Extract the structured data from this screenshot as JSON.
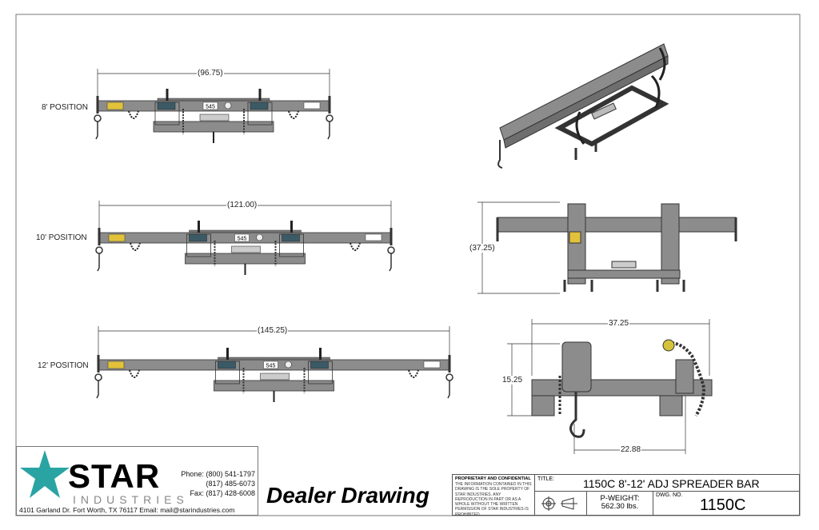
{
  "views": {
    "positions": [
      {
        "label": "8' POSITION",
        "dimension": "(96.75)"
      },
      {
        "label": "10' POSITION",
        "dimension": "(121.00)"
      },
      {
        "label": "12' POSITION",
        "dimension": "(145.25)"
      }
    ],
    "side_height_dim": "(37.25)",
    "end_width_dim": "37.25",
    "end_height_dim": "15.25",
    "end_offset_dim": "22.88",
    "beam_label": "545"
  },
  "company": {
    "name": "STAR",
    "subtitle": "INDUSTRIES",
    "phone": "Phone: (800) 541-1797",
    "phone2": "(817) 485-6073",
    "fax": "Fax: (817) 428-6008",
    "address": "4101 Garland Dr. Fort Worth, TX 76117  Email: mail@starindustries.com",
    "brand_color": "#2aa3a3"
  },
  "dealer_label": "Dealer Drawing",
  "title_block": {
    "proprietary_heading": "PROPRIETARY AND CONFIDENTIAL",
    "proprietary_text": "THE INFORMATION CONTAINED IN THIS DRAWING IS THE SOLE PROPERTY OF STAR INDUSTRIES. ANY REPRODUCTION IN PART OR AS A WHOLE WITHOUT THE WRITTEN PERMISSION OF STAR INDUSTRIES IS PROHIBITED.",
    "title_label": "TITLE:",
    "title": "1150C 8'-12' ADJ SPREADER BAR",
    "weight_label": "P-WEIGHT:",
    "weight": "562.30 lbs.",
    "dwg_label": "DWG. NO.",
    "dwg_no": "1150C"
  }
}
